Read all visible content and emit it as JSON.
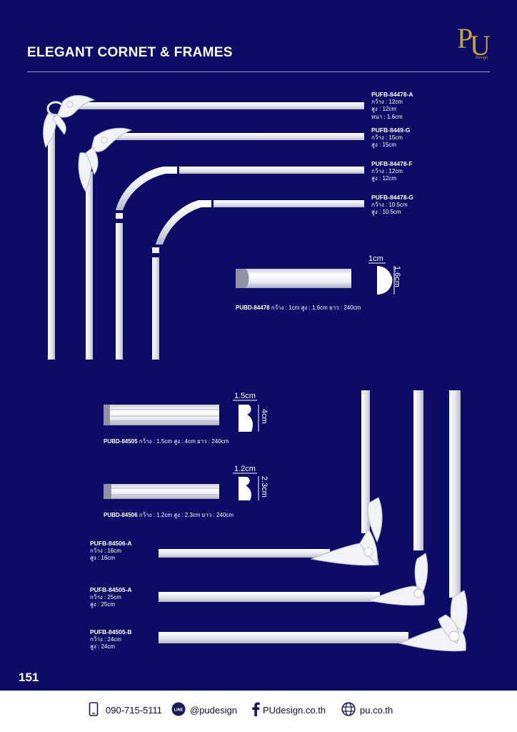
{
  "header": {
    "title": "ELEGANT CORNET & FRAMES",
    "logo_letters": [
      "P",
      "U"
    ],
    "logo_sub": "Design"
  },
  "corners_top": [
    {
      "code": "PUFB-84478-A",
      "rows": [
        "กว้าง   : 12cm",
        "สูง      : 12cm",
        "หนา    : 1.6cm"
      ]
    },
    {
      "code": "PUFB-8449-G",
      "rows": [
        "กว้าง   : 15cm",
        "สูง      : 15cm"
      ]
    },
    {
      "code": "PUFB-84478-F",
      "rows": [
        "กว้าง   : 12cm",
        "สูง      : 12cm"
      ]
    },
    {
      "code": "PUFB-84478-G",
      "rows": [
        "กว้าง   : 10.5cm",
        "สูง      : 10.5cm"
      ]
    }
  ],
  "moldings": [
    {
      "code": "PUBD-84478",
      "desc": " กว้าง : 1cm สูง : 1.6cm ยาว : 240cm",
      "w": "1cm",
      "h": "1.6cm"
    },
    {
      "code": "PUBD-84505",
      "desc": " กว้าง : 1.5cm สูง : 4cm ยาว : 240cm",
      "w": "1.5cm",
      "h": "4cm"
    },
    {
      "code": "PUBD-84506",
      "desc": " กว้าง : 1.2cm สูง : 2.3cm ยาว : 240cm",
      "w": "1.2cm",
      "h": "2.3cm"
    }
  ],
  "corners_bottom": [
    {
      "code": "PUFB-84506-A",
      "rows": [
        "กว้าง   : 16cm",
        "สูง      : 16cm"
      ]
    },
    {
      "code": "PUFB-84505-A",
      "rows": [
        "กว้าง   : 25cm",
        "สูง      : 25cm"
      ]
    },
    {
      "code": "PUFB-84505-B",
      "rows": [
        "กว้าง   : 24cm",
        "สูง      : 24cm"
      ]
    }
  ],
  "page_number": "151",
  "footer": {
    "phone": "090-715-5111",
    "line": "@pudesign",
    "facebook": "PUdesign.co.th",
    "web": "pu.co.th",
    "line_badge": "LINE",
    "icons": [
      "phone-icon",
      "line-icon",
      "facebook-icon",
      "globe-icon"
    ]
  }
}
